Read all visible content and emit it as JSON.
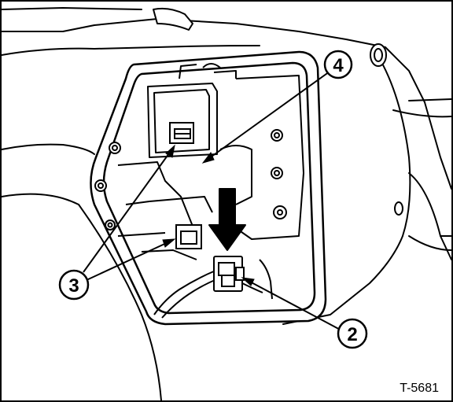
{
  "figure": {
    "reference_code": "T-5681",
    "callouts": [
      {
        "number": "4"
      },
      {
        "number": "3"
      },
      {
        "number": "2"
      }
    ]
  }
}
